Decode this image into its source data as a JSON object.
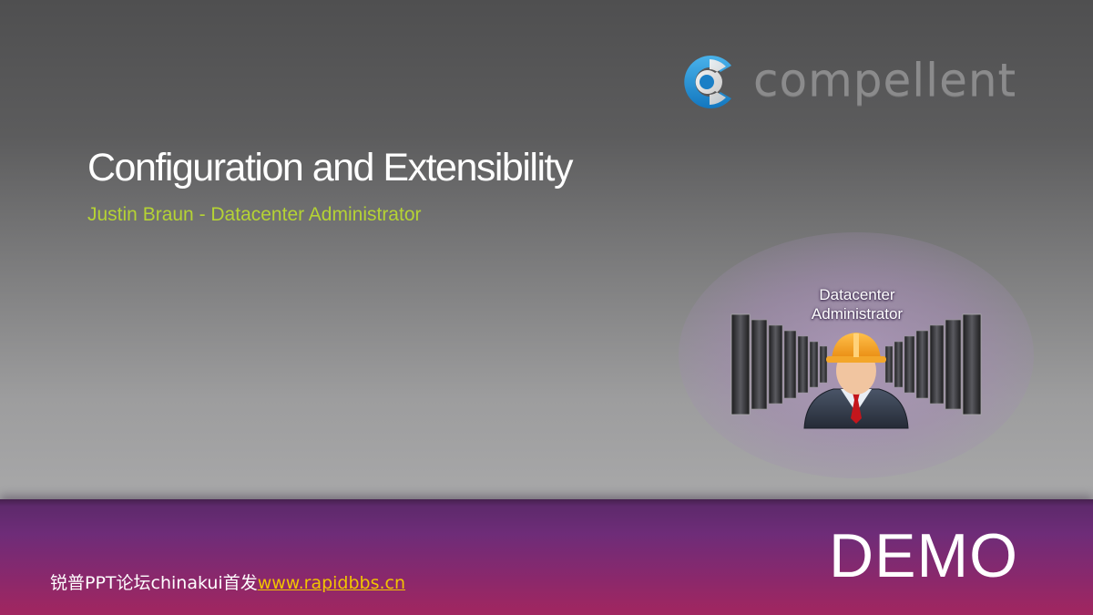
{
  "logo": {
    "text": "compellent",
    "icon": "compellent-c-logo-icon",
    "color_text": "#8b8b8c",
    "color_mark": "#1e8fd0"
  },
  "slide": {
    "title": "Configuration and Extensibility",
    "subtitle": "Justin Braun - Datacenter Administrator",
    "subtitle_color": "#b5d334"
  },
  "role": {
    "label_line1": "Datacenter",
    "label_line2": "Administrator",
    "icon": "administrator-with-hard-hat-icon",
    "server_icon": "server-rack-icon"
  },
  "footer": {
    "demo_label": "DEMO",
    "credit_text": "锐普PPT论坛chinakui首发",
    "credit_link": "www.rapidbbs.cn",
    "link_color": "#f2c400"
  }
}
